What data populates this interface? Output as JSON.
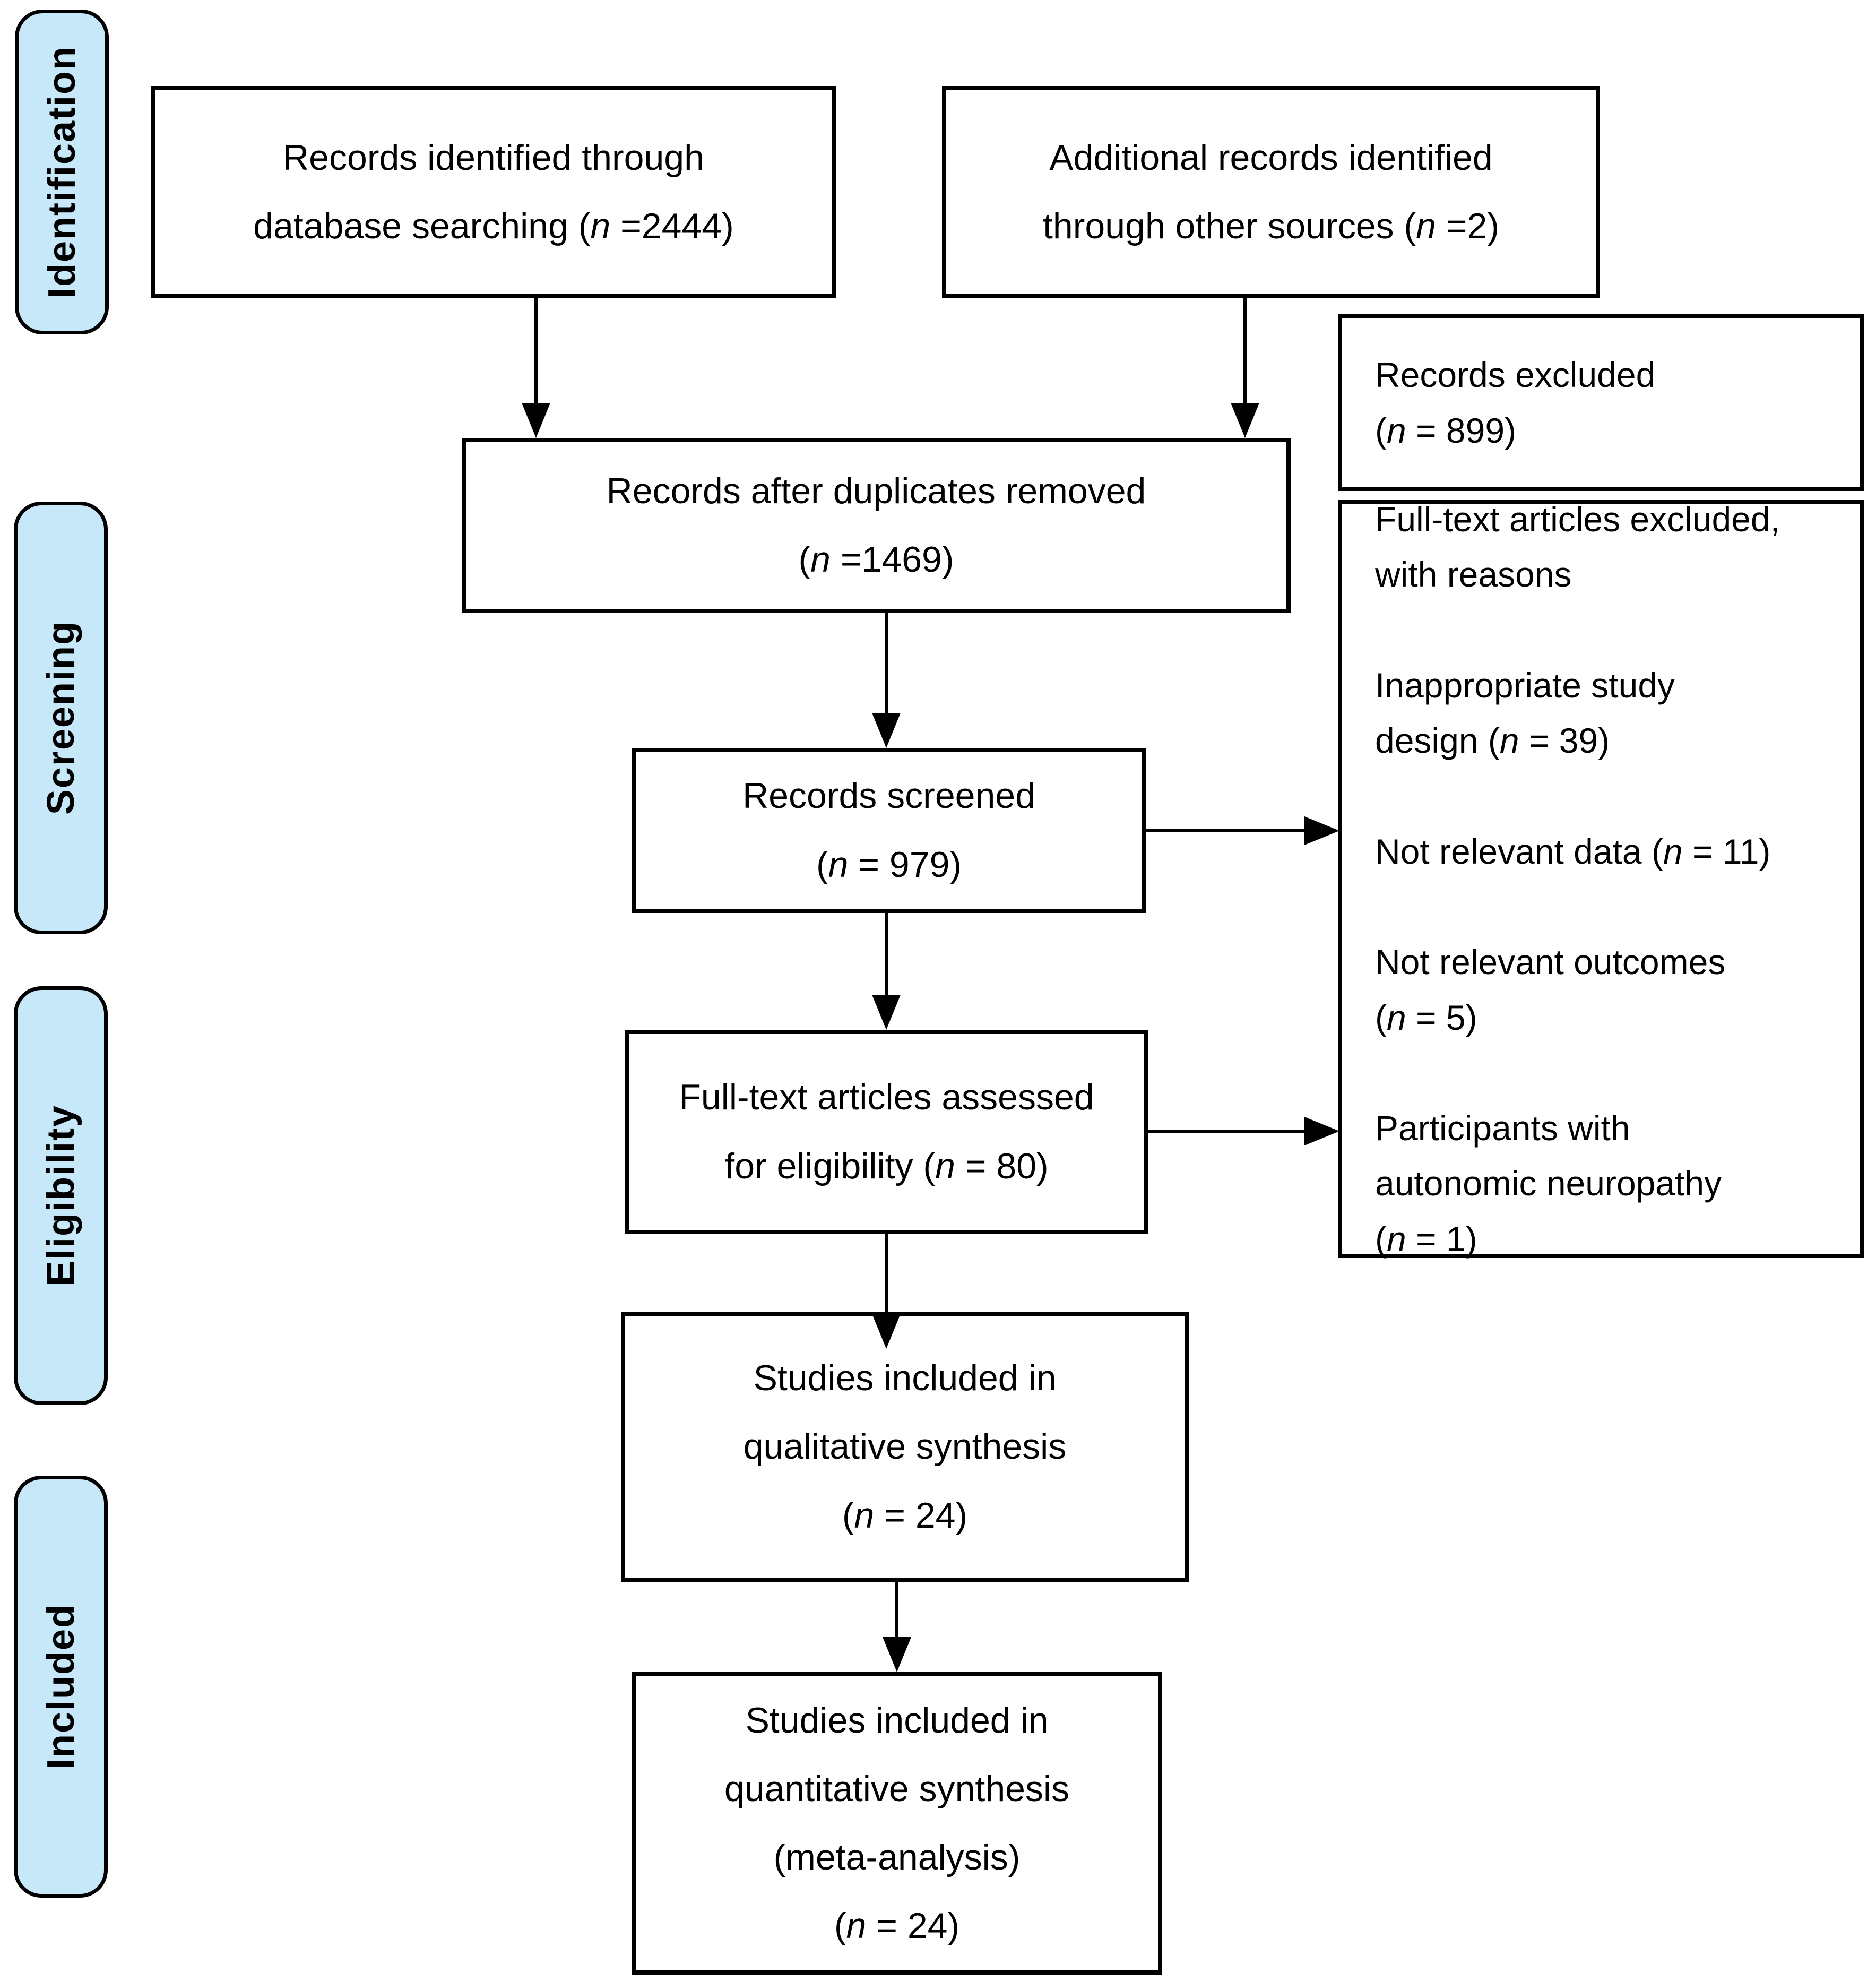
{
  "figure": {
    "type": "prisma-flow-diagram",
    "background": "#ffffff"
  },
  "colors": {
    "stage_fill": "#c6e8f8",
    "stage_border": "#000000",
    "box_fill": "#ffffff",
    "box_border": "#000000",
    "arrow": "#000000",
    "text": "#000000"
  },
  "sidebar": {
    "stages": [
      {
        "label": "Identification"
      },
      {
        "label": "Screening"
      },
      {
        "label": "Eligibility"
      },
      {
        "label": "Included"
      }
    ]
  },
  "boxes": {
    "records_identified": {
      "align": "center",
      "lines": [
        [
          "Records identified through"
        ],
        [
          "database searching (",
          "n",
          " =2444)"
        ]
      ]
    },
    "additional_records": {
      "align": "center",
      "lines": [
        [
          "Additional records identified"
        ],
        [
          "through other sources (",
          "n",
          " =2)"
        ]
      ]
    },
    "duplicates_removed": {
      "align": "center",
      "lines": [
        [
          "Records after duplicates removed"
        ],
        [
          "(",
          "n",
          " =1469)"
        ]
      ]
    },
    "records_screened": {
      "align": "center",
      "lines": [
        [
          "Records screened"
        ],
        [
          "(",
          "n",
          " = 979)"
        ]
      ]
    },
    "records_excluded": {
      "align": "left",
      "lines": [
        [
          "Records excluded"
        ],
        [
          "(",
          "n",
          " = 899)"
        ]
      ]
    },
    "fulltext_excluded": {
      "align": "left",
      "lines": [
        [
          "Full-text articles excluded,"
        ],
        [
          "with reasons"
        ],
        [
          ""
        ],
        [
          "Inappropriate study"
        ],
        [
          "design (",
          "n",
          " = 39)"
        ],
        [
          ""
        ],
        [
          "Not relevant data (",
          "n",
          " = 11)"
        ],
        [
          ""
        ],
        [
          "Not relevant outcomes"
        ],
        [
          "(",
          "n",
          " = 5)"
        ],
        [
          ""
        ],
        [
          "Participants with"
        ],
        [
          "autonomic neuropathy"
        ],
        [
          "(",
          "n",
          " = 1)"
        ]
      ]
    },
    "fulltext_assessed": {
      "align": "center",
      "lines": [
        [
          "Full-text articles assessed"
        ],
        [
          "for eligibility (",
          "n",
          " = 80)"
        ]
      ]
    },
    "qualitative_synthesis": {
      "align": "center",
      "lines": [
        [
          "Studies included in"
        ],
        [
          "qualitative synthesis"
        ],
        [
          "(",
          "n",
          " = 24)"
        ]
      ]
    },
    "quantitative_synthesis": {
      "align": "center",
      "lines": [
        [
          "Studies included in"
        ],
        [
          "quantitative synthesis"
        ],
        [
          "(meta-analysis)"
        ],
        [
          "(",
          "n",
          " = 24)"
        ]
      ]
    }
  },
  "connections": [
    {
      "from": "records_identified",
      "to": "duplicates_removed",
      "direction": "down"
    },
    {
      "from": "additional_records",
      "to": "duplicates_removed",
      "direction": "down"
    },
    {
      "from": "duplicates_removed",
      "to": "records_screened",
      "direction": "down"
    },
    {
      "from": "records_screened",
      "to": "fulltext_excluded",
      "direction": "right"
    },
    {
      "from": "records_screened",
      "to": "fulltext_assessed",
      "direction": "down"
    },
    {
      "from": "fulltext_assessed",
      "to": "fulltext_excluded",
      "direction": "right"
    },
    {
      "from": "fulltext_assessed",
      "to": "qualitative_synthesis",
      "direction": "down"
    },
    {
      "from": "qualitative_synthesis",
      "to": "quantitative_synthesis",
      "direction": "down"
    }
  ]
}
